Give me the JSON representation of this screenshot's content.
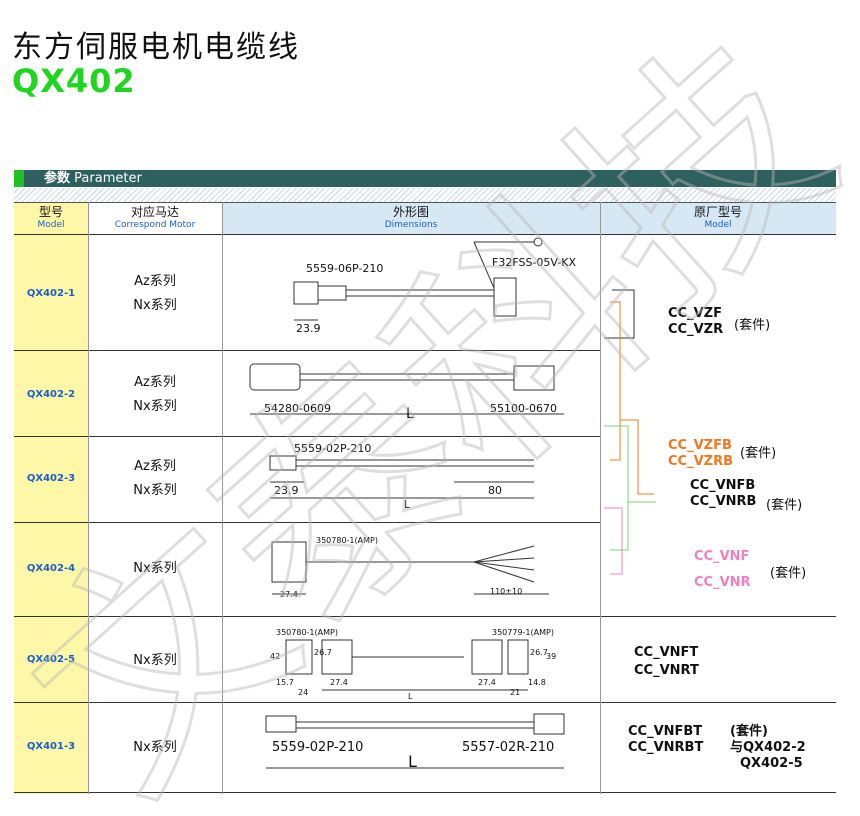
{
  "title": "东方伺服电机电缆线",
  "code": "QX402",
  "param_header": {
    "zh": "参数",
    "en": "Parameter"
  },
  "table_header": {
    "model_zh": "型号",
    "model_en": "Model",
    "motor_zh": "对应马达",
    "motor_en": "Correspond Motor",
    "dim_zh": "外形图",
    "dim_en": "Dimensions",
    "orig_zh": "原厂型号",
    "orig_en": "Model"
  },
  "rows": [
    {
      "model": "QX402-1",
      "motor": [
        "Az系列",
        "Nx系列"
      ],
      "dims": {
        "a": "5559-06P-210",
        "b": "F32FSS-05V-KX",
        "c": "23.9"
      }
    },
    {
      "model": "QX402-2",
      "motor": [
        "Az系列",
        "Nx系列"
      ],
      "dims": {
        "a": "54280-0609",
        "b": "55100-0670",
        "c": "L"
      }
    },
    {
      "model": "QX402-3",
      "motor": [
        "Az系列",
        "Nx系列"
      ],
      "dims": {
        "a": "5559-02P-210",
        "b": "23.9",
        "c": "80",
        "d": "L"
      }
    },
    {
      "model": "QX402-4",
      "motor": [
        "Nx系列"
      ],
      "dims": {
        "a": "350780-1(AMP)",
        "b": "27.4",
        "c": "110±10"
      }
    },
    {
      "model": "QX402-5",
      "motor": [
        "Nx系列"
      ],
      "dims": {
        "a": "350780-1(AMP)",
        "b": "350779-1(AMP)",
        "c": "42",
        "d": "26.7",
        "e": "15.7",
        "f": "24",
        "g": "27.4",
        "h": "L",
        "i": "27.4",
        "j": "26.7",
        "k": "39",
        "l": "21",
        "m": "14.8"
      }
    },
    {
      "model": "QX401-3",
      "motor": [
        "Nx系列"
      ],
      "dims": {
        "a": "5559-02P-210",
        "b": "5557-02R-210",
        "c": "L"
      }
    }
  ],
  "orig_models": {
    "g1": [
      "CC_VZF",
      "CC_VZR"
    ],
    "g2": [
      "CC_VZFB",
      "CC_VZRB"
    ],
    "g3": [
      "CC_VNFB",
      "CC_VNRB"
    ],
    "g4": [
      "CC_VNF",
      "CC_VNR"
    ],
    "g5": [
      "CC_VNFT",
      "CC_VNRT"
    ],
    "g6": [
      "CC_VNFBT",
      "CC_VNRBT"
    ],
    "suite": "(套件)",
    "suite_bold": "(套件)",
    "g6_suite": [
      "与QX402-2",
      "QX402-5"
    ]
  },
  "colors": {
    "green": "#1ed61e",
    "orange": "#f07820",
    "pink": "#f080c0",
    "blue": "#1a5fd0",
    "yellow": "#fef7a8",
    "header": "#d6e8f4",
    "bar": "#2f6060"
  },
  "watermark": "文泰科技"
}
